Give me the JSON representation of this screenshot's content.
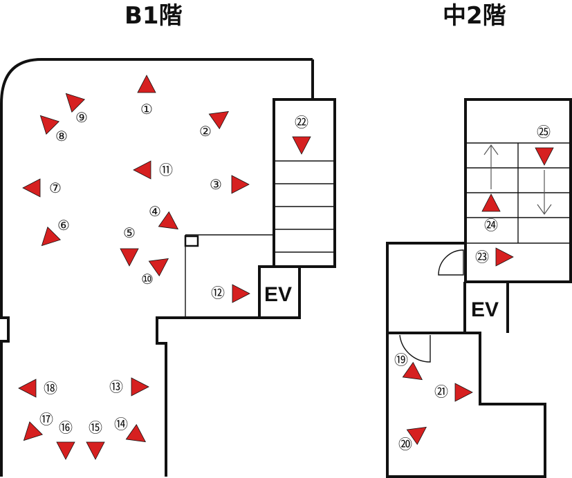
{
  "titles": {
    "b1": "B1階",
    "m2": "中2階"
  },
  "elevator_label": "EV",
  "marker_color": "#d62020",
  "markers": [
    {
      "label": "①",
      "dir": "up"
    },
    {
      "label": "②",
      "dir": "upright"
    },
    {
      "label": "③",
      "dir": "right"
    },
    {
      "label": "④",
      "dir": "downright"
    },
    {
      "label": "⑤",
      "dir": "down"
    },
    {
      "label": "⑥",
      "dir": "downleft"
    },
    {
      "label": "⑦",
      "dir": "left"
    },
    {
      "label": "⑧",
      "dir": "upleft"
    },
    {
      "label": "⑨",
      "dir": "upleft"
    },
    {
      "label": "⑩",
      "dir": "upright"
    },
    {
      "label": "⑪",
      "dir": "left"
    },
    {
      "label": "⑫",
      "dir": "right"
    },
    {
      "label": "⑬",
      "dir": "right"
    },
    {
      "label": "⑭",
      "dir": "downright"
    },
    {
      "label": "⑮",
      "dir": "down"
    },
    {
      "label": "⑯",
      "dir": "down"
    },
    {
      "label": "⑰",
      "dir": "downleft"
    },
    {
      "label": "⑱",
      "dir": "left"
    },
    {
      "label": "⑲",
      "dir": "downright"
    },
    {
      "label": "⑳",
      "dir": "upright"
    },
    {
      "label": "㉑",
      "dir": "right"
    },
    {
      "label": "㉒",
      "dir": "down"
    },
    {
      "label": "㉓",
      "dir": "right"
    },
    {
      "label": "㉔",
      "dir": "up"
    },
    {
      "label": "㉕",
      "dir": "down"
    }
  ]
}
